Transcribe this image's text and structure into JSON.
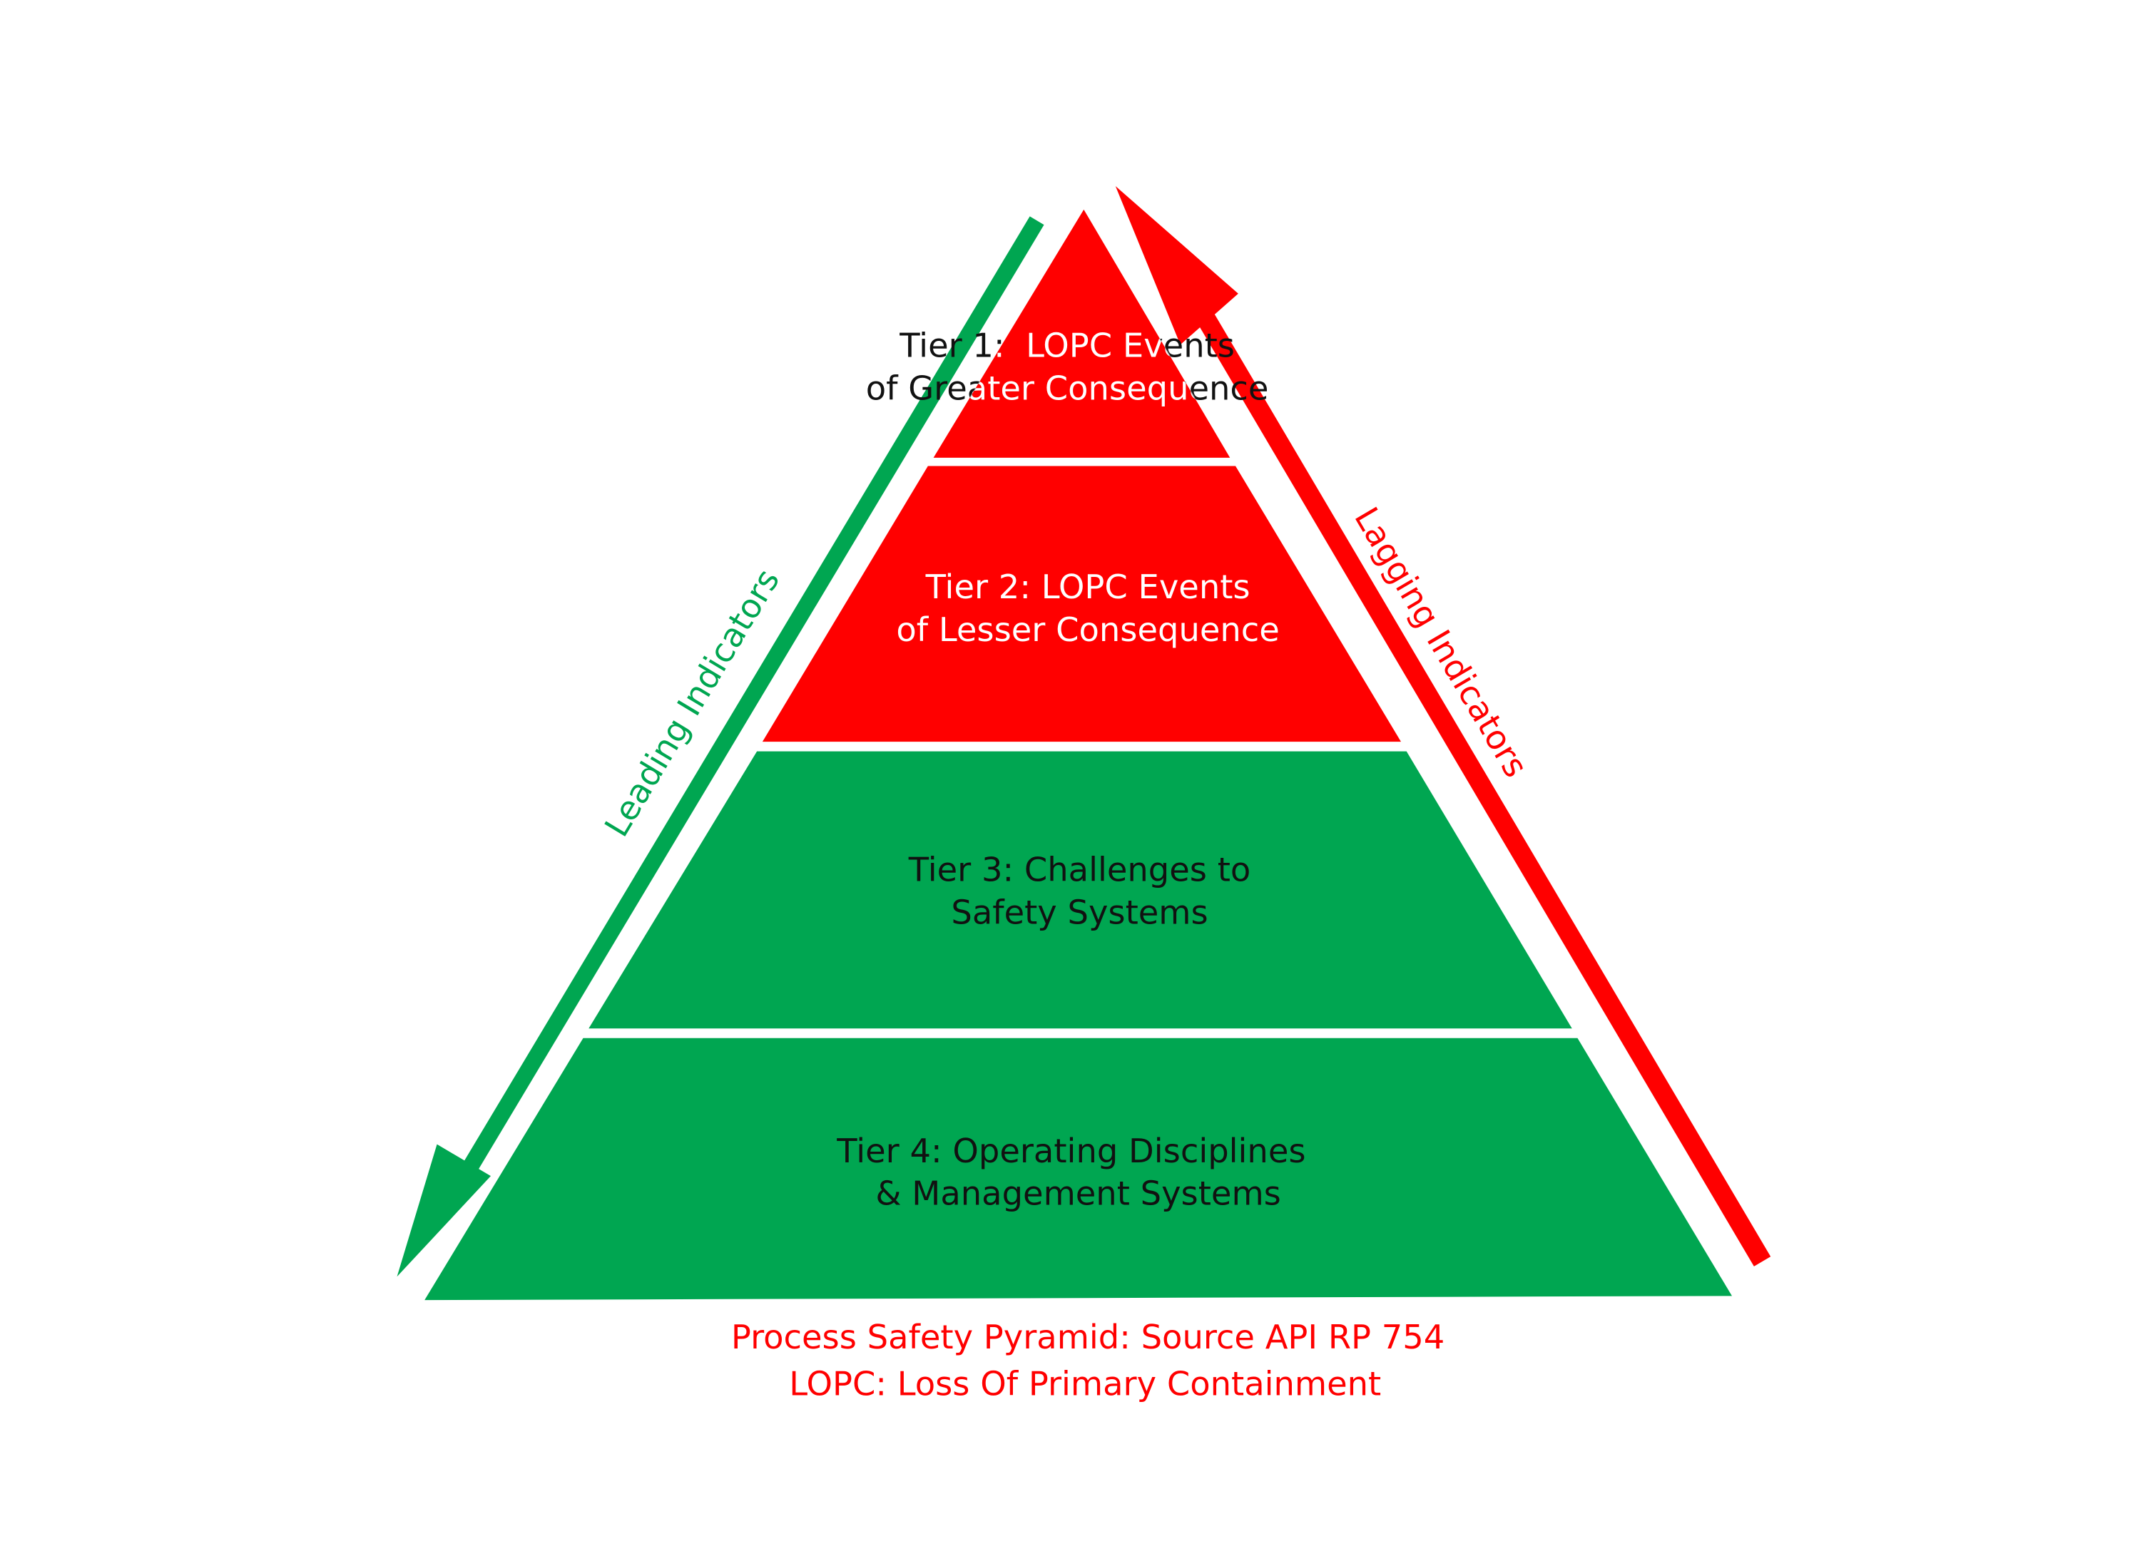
{
  "colors": {
    "red": "#ff0000",
    "green": "#00a651",
    "text_dark": "#111111",
    "white": "#ffffff"
  },
  "tiers": [
    {
      "line1": "Tier 1:  LOPC Events",
      "line2": "of Greater Consequence"
    },
    {
      "line1": "Tier 2: LOPC Events",
      "line2": "of Lesser Consequence"
    },
    {
      "line1": "Tier 3: Challenges to",
      "line2": "Safety Systems"
    },
    {
      "line1": "Tier 4: Operating Disciplines",
      "line2": "& Management Systems"
    }
  ],
  "arrows": {
    "leading": {
      "label": "Leading Indicators",
      "icon": "arrow-down-left-icon"
    },
    "lagging": {
      "label": "Lagging Indicators",
      "icon": "arrow-up-icon"
    }
  },
  "caption": {
    "line1": "Process Safety Pyramid: Source API RP 754",
    "line2": "LOPC: Loss Of Primary Containment"
  }
}
